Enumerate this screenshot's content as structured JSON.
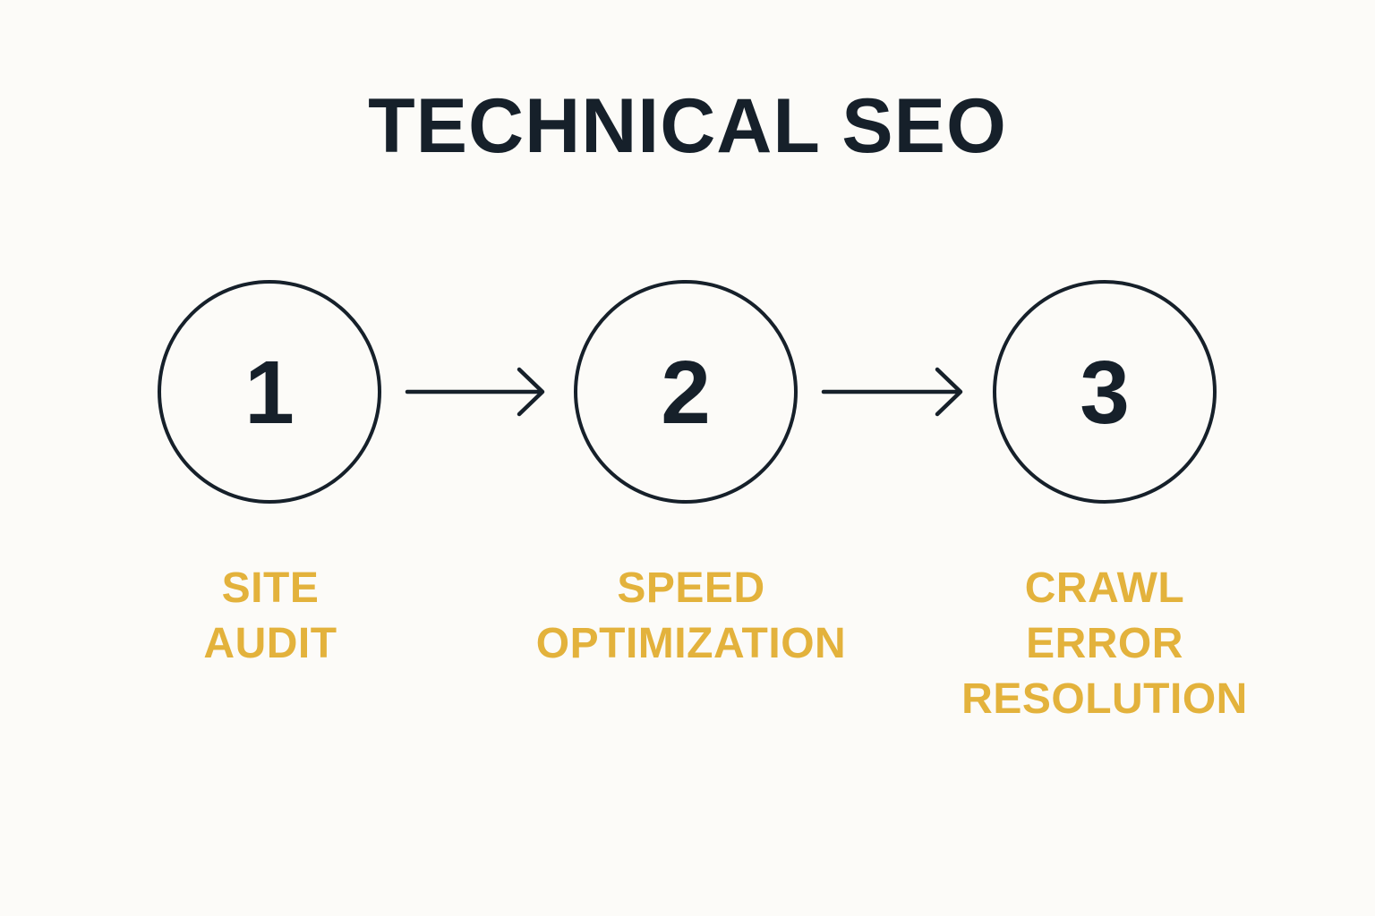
{
  "title": "TECHNICAL SEO",
  "colors": {
    "background": "#FCFBF8",
    "ink": "#16202A",
    "accent": "#E3B23C"
  },
  "steps": [
    {
      "number": "1",
      "label": "SITE\nAUDIT"
    },
    {
      "number": "2",
      "label": "SPEED\nOPTIMIZATION"
    },
    {
      "number": "3",
      "label": "CRAWL\nERROR\nRESOLUTION"
    }
  ],
  "connectors": [
    {
      "icon": "arrow-right-icon",
      "from": "1",
      "to": "2"
    },
    {
      "icon": "arrow-right-icon",
      "from": "2",
      "to": "3"
    }
  ]
}
